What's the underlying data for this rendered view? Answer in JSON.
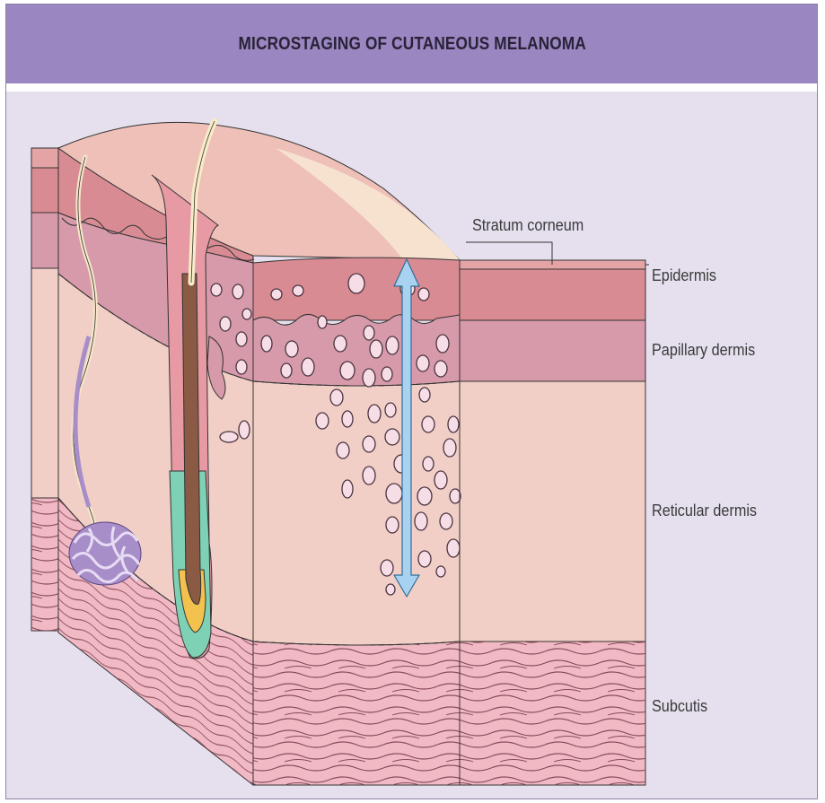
{
  "title": "MICROSTAGING OF CUTANEOUS MELANOMA",
  "labels": {
    "stratum_corneum": "Stratum corneum",
    "epidermis": "Epidermis",
    "papillary_dermis": "Papillary dermis",
    "reticular_dermis": "Reticular dermis",
    "subcutis": "Subcutis"
  },
  "colors": {
    "header": "#9a86c0",
    "background": "#e6e0ee",
    "epidermis": "#d98b93",
    "papillary_dermis": "#d79aaa",
    "reticular_dermis": "#f1cfc6",
    "subcutis": "#f0b9c4",
    "depth_arrow": "#a8d2ef",
    "melanoma_cell": "#f7dde6"
  },
  "icons": {
    "depth_arrow": "double-arrow-icon",
    "hair_follicle": "hair-follicle-icon",
    "sweat_gland": "sweat-gland-icon"
  }
}
